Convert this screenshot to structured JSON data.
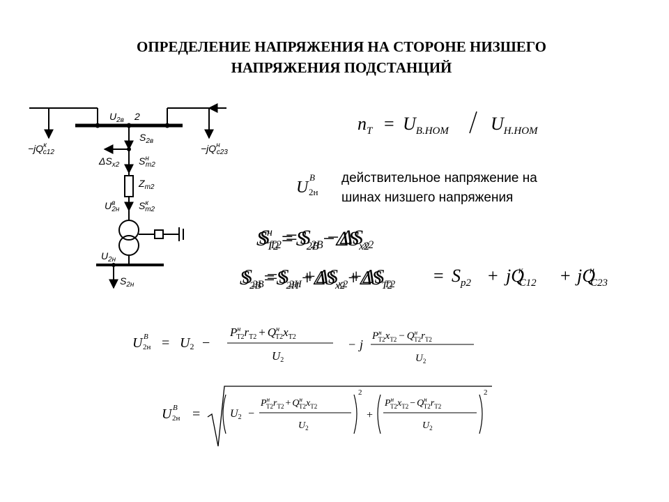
{
  "title": {
    "line1": "ОПРЕДЕЛЕНИЕ НАПРЯЖЕНИЯ НА СТОРОНЕ НИЗШЕГО",
    "line2": "НАПРЯЖЕНИЯ ПОДСТАНЦИЙ"
  },
  "note": {
    "line1": "действительное напряжение на",
    "line2": "шинах низшего напряжения"
  },
  "diagram": {
    "u2v": "U",
    "u2v_sub": "2в",
    "node2": "2",
    "s2v": "S",
    "s2v_sub": "2в",
    "jqc12": "−jQ",
    "jqc12_sup": "к",
    "jqc12_sub": "с12",
    "dsx2": "ΔS",
    "dsx2_sub": "х2",
    "st2n": "S",
    "st2n_sup": "н",
    "st2n_sub": "т2",
    "jqc23": "−jQ",
    "jqc23_sup": "н",
    "jqc23_sub": "с23",
    "zt2": "Z",
    "zt2_sub": "т2",
    "u2n_v": "U",
    "u2n_v_sup": "в",
    "u2n_v_sub": "2н",
    "st2k": "S",
    "st2k_sup": "к",
    "st2k_sub": "т2",
    "u2n": "U",
    "u2n_sub": "2н",
    "s2n": "S",
    "s2n_sub": "2н"
  },
  "formulas": {
    "nt_lhs": "n",
    "nt_sub": "T",
    "u_v_nom": "U",
    "u_v_nom_sub": "В.НОМ",
    "u_n_nom": "U",
    "u_n_nom_sub": "Н.НОМ",
    "u_sym": "U",
    "u_sup_b": "B",
    "u_sub_2n": "2н",
    "u2": "U",
    "u2_sub": "2",
    "s_t2_lhs": "S",
    "s_t2_sup": "н",
    "s_t2_sub": "T2",
    "s_2b": "S",
    "s_2b_sub": "2В",
    "ds_x2": "ΔS",
    "ds_x2_sub": "x2",
    "s2b_lhs": "S",
    "s2b_lhs_sub": "2В",
    "s2n_term": "S",
    "s2n_term_sub": "2Н",
    "dsx2_term": "ΔS",
    "dsx2_term_sub": "x2",
    "dst2_term": "ΔS",
    "dst2_term_sub": "T2",
    "sp2": "S",
    "sp2_sub": "p2",
    "jq": "jQ",
    "jq12_sup": "к",
    "jq12_sub": "C12",
    "jq23_sup": "н",
    "jq23_sub": "C23",
    "p": "P",
    "q": "Q",
    "r": "r",
    "x": "x",
    "sup_n": "н",
    "sub_t2": "T2",
    "j": "j",
    "power2": "2"
  }
}
